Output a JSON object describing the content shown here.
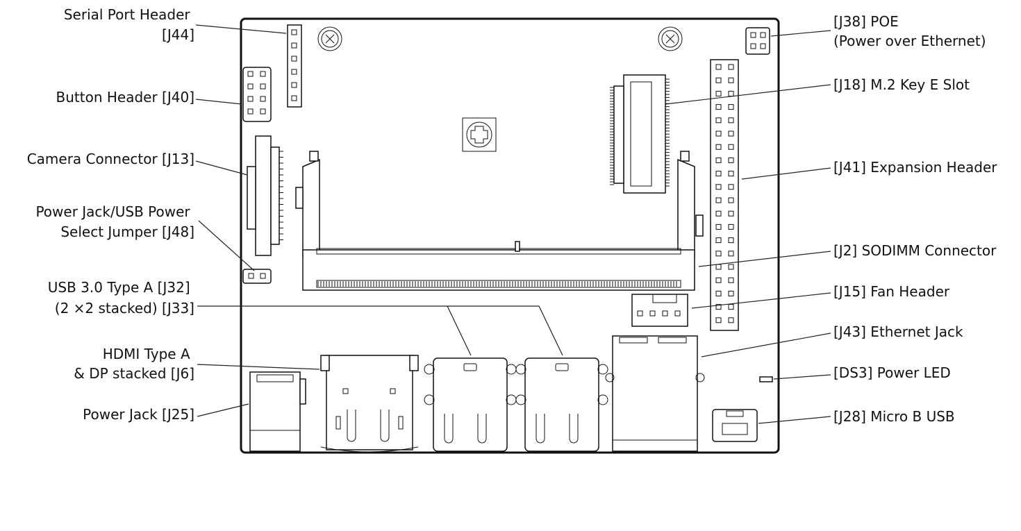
{
  "left_labels": [
    {
      "id": "j44",
      "lines": [
        "Serial Port Header",
        "[J44]"
      ]
    },
    {
      "id": "j40",
      "lines": [
        "Button Header  [J40]"
      ]
    },
    {
      "id": "j13",
      "lines": [
        "Camera Connector  [J13]"
      ]
    },
    {
      "id": "j48",
      "lines": [
        "Power Jack/USB Power",
        "Select Jumper  [J48]"
      ]
    },
    {
      "id": "j32",
      "lines": [
        "USB 3.0 Type A  [J32]",
        "(2 ×2 stacked)  [J33]"
      ]
    },
    {
      "id": "j6",
      "lines": [
        "HDMI Type A",
        "& DP stacked  [J6]"
      ]
    },
    {
      "id": "j25",
      "lines": [
        "Power Jack  [J25]"
      ]
    }
  ],
  "right_labels": [
    {
      "id": "j38",
      "lines": [
        "[J38]  POE",
        "(Power over Ethernet)"
      ]
    },
    {
      "id": "j18",
      "lines": [
        "[J18]  M.2 Key E Slot"
      ]
    },
    {
      "id": "j41",
      "lines": [
        "[J41]  Expansion Header"
      ]
    },
    {
      "id": "j2",
      "lines": [
        "[J2]  SODIMM Connector"
      ]
    },
    {
      "id": "j15",
      "lines": [
        "[J15]  Fan Header"
      ]
    },
    {
      "id": "j43",
      "lines": [
        "[J43]  Ethernet Jack"
      ]
    },
    {
      "id": "ds3",
      "lines": [
        "[DS3]  Power LED"
      ]
    },
    {
      "id": "j28",
      "lines": [
        "[J28]  Micro B USB"
      ]
    }
  ]
}
